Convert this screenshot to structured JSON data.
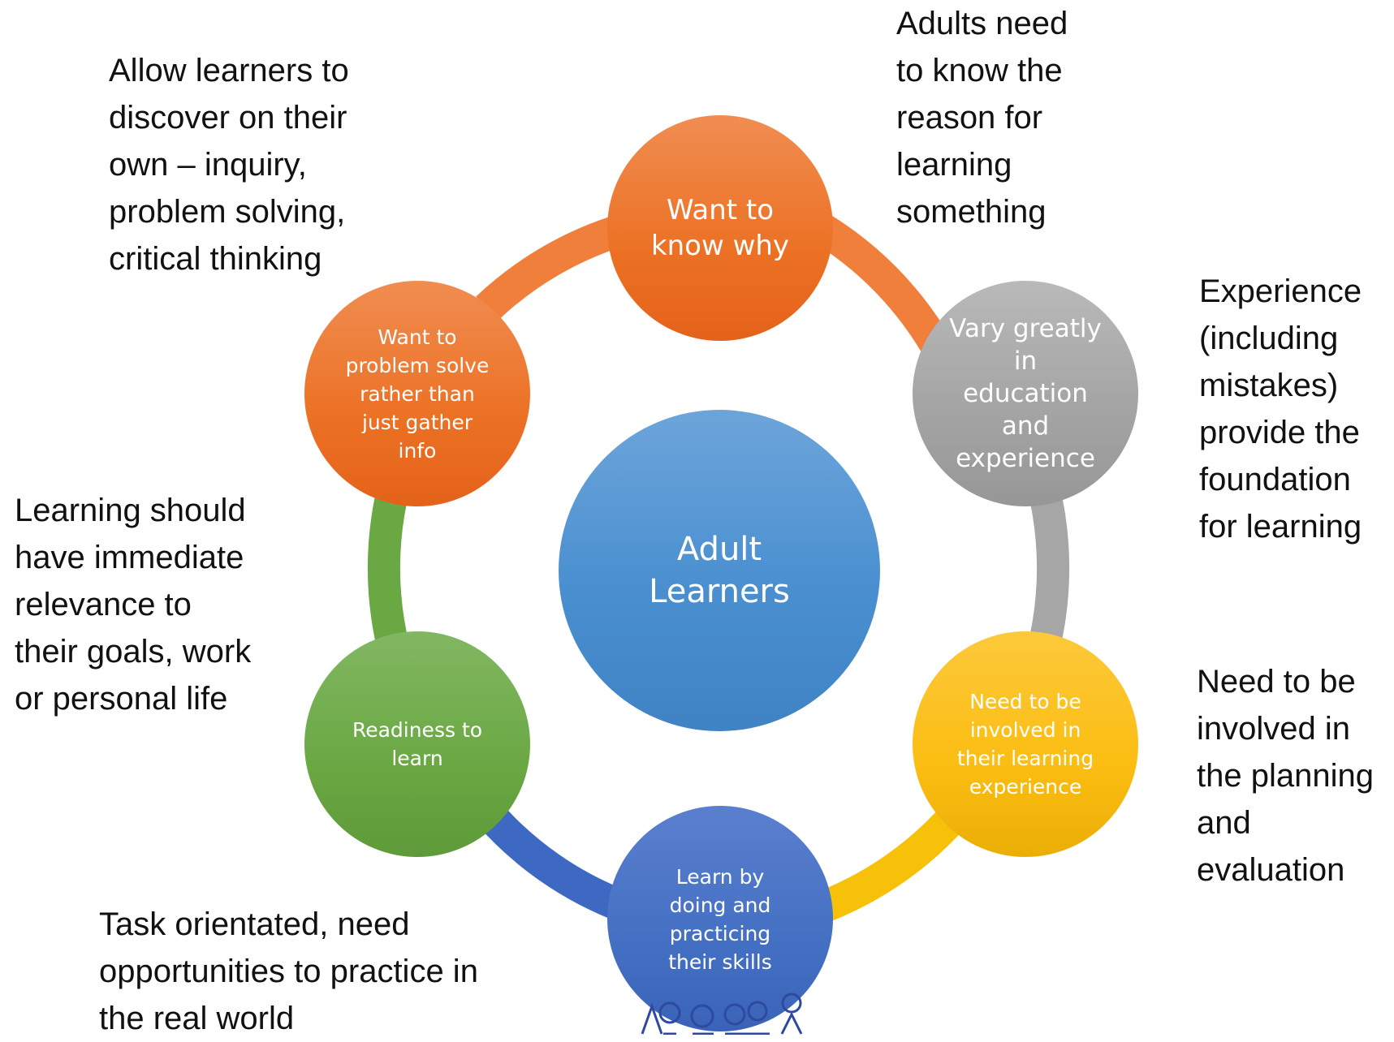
{
  "diagram": {
    "center": {
      "label": "Adult\nLearners",
      "color": "#5b9bd5"
    },
    "nodes": [
      {
        "id": "top",
        "label": "Want to\nknow why",
        "color": "#ed7d31"
      },
      {
        "id": "right",
        "label": "Vary greatly\nin\neducation\nand\nexperience",
        "color": "#a5a5a5"
      },
      {
        "id": "bottom-right",
        "label": "Need to be\ninvolved in\ntheir learning\nexperience",
        "color": "#ffc000"
      },
      {
        "id": "bottom",
        "label": "Learn by\ndoing and\npracticing\ntheir skills",
        "color": "#4472c4"
      },
      {
        "id": "bottom-left",
        "label": "Readiness to\nlearn",
        "color": "#70ad47"
      },
      {
        "id": "left",
        "label": "Want to\nproblem solve\nrather than\njust gather\ninfo",
        "color": "#ed7d31"
      }
    ],
    "ring_colors": [
      "#ed7d31",
      "#a5a5a5",
      "#ffc000",
      "#4472c4",
      "#70ad47",
      "#ed7d31"
    ]
  },
  "notes": {
    "top_left": "Allow learners to\ndiscover on their\nown – inquiry,\nproblem solving,\ncritical thinking",
    "top_right": "Adults need\nto know the\nreason for\nlearning\nsomething",
    "right_upper": "Experience\n(including\nmistakes)\nprovide the\nfoundation\nfor learning",
    "left": "Learning should\nhave immediate\nrelevance to\ntheir goals, work\nor personal life",
    "right_lower": "Need to be\ninvolved in\nthe planning\nand\nevaluation",
    "bottom_left": "Task orientated, need\nopportunities to practice in\nthe real world"
  }
}
